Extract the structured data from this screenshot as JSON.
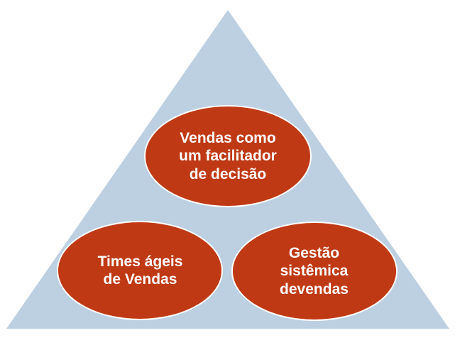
{
  "colors": {
    "background": "#ffffff",
    "triangle_fill": "#bcd0e1",
    "ellipse_fill": "#bf3a14",
    "ellipse_stroke": "#ffffff",
    "label_text": "#ffffff"
  },
  "diagram": {
    "shape": "triangle",
    "nodes": [
      {
        "id": "top",
        "label": "Vendas como\num facilitador\nde decisão"
      },
      {
        "id": "left",
        "label": "Times ágeis\nde Vendas"
      },
      {
        "id": "right",
        "label": "Gestão\nsistêmica\ndevendas"
      }
    ]
  }
}
